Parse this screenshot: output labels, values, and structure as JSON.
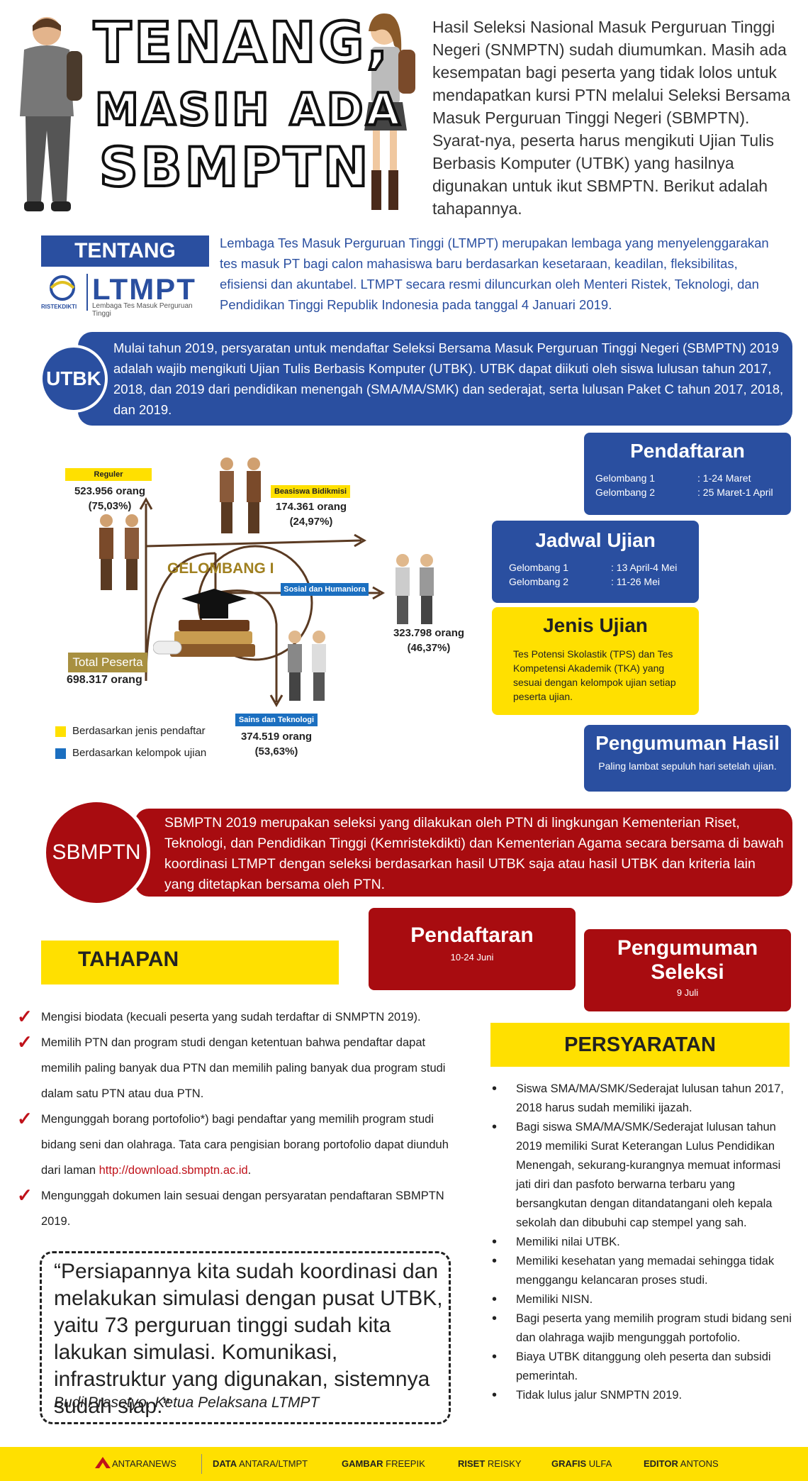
{
  "header": {
    "title_lines": [
      "TENANG,",
      "MASIH ADA",
      "SBMPTN"
    ],
    "intro": "Hasil Seleksi Nasional Masuk Perguruan Tinggi Negeri (SNMPTN) sudah diumumkan. Masih ada kesempatan bagi peserta yang tidak lolos untuk mendapatkan kursi PTN melalui Seleksi Bersama Masuk Perguruan Tinggi Negeri (SBMPTN). Syarat-nya, peserta harus mengikuti Ujian Tulis Berbasis Komputer (UTBK) yang hasilnya digunakan untuk ikut SBMPTN. Berikut adalah tahapannya."
  },
  "tentang": {
    "label": "TENTANG",
    "text": "Lembaga Tes Masuk Perguruan Tinggi (LTMPT) merupakan lembaga yang menyelenggarakan tes masuk PT bagi calon mahasiswa baru berdasarkan kesetaraan, keadilan, fleksibilitas, efisiensi dan akuntabel. LTMPT secara resmi diluncurkan oleh Menteri Ristek, Teknologi, dan Pendidikan Tinggi Republik Indonesia pada tanggal 4 Januari 2019.",
    "logo_word": "LTMPT",
    "logo_sub": "Lembaga Tes Masuk Perguruan Tinggi",
    "logo_small": "RISTEKDIKTI"
  },
  "utbk": {
    "label": "UTBK",
    "text": "Mulai tahun 2019, persyaratan untuk mendaftar Seleksi Bersama Masuk Perguruan Tinggi Negeri (SBMPTN) 2019 adalah wajib mengikuti Ujian Tulis Berbasis Komputer (UTBK).  UTBK dapat diikuti oleh siswa lulusan tahun 2017, 2018, dan 2019 dari pendidikan menengah (SMA/MA/SMK) dan sederajat, serta lulusan Paket C tahun 2017, 2018, dan 2019."
  },
  "diagram": {
    "gelombang": "GELOMBANG I",
    "total_label": "Total Peserta",
    "total_value": "698.317 orang",
    "reguler_label": "Reguler",
    "reguler_value": "523.956 orang",
    "reguler_pct": "(75,03%)",
    "bidikmisi_label": "Beasiswa Bidikmisi",
    "bidikmisi_value": "174.361 orang",
    "bidikmisi_pct": "(24,97%)",
    "soshum_label": "Sosial dan Humaniora",
    "soshum_value": "323.798 orang",
    "soshum_pct": "(46,37%)",
    "saintek_label": "Sains dan Teknologi",
    "saintek_value": "374.519 orang",
    "saintek_pct": "(53,63%)",
    "legend_yellow": "Berdasarkan jenis pendaftar",
    "legend_blue": "Berdasarkan kelompok ujian",
    "yellow": "#ffe000",
    "blue": "#1b6fc0"
  },
  "pendaftaran_utbk": {
    "title": "Pendaftaran",
    "rows": [
      {
        "label": "Gelombang 1",
        "value": ": 1-24 Maret"
      },
      {
        "label": "Gelombang 2",
        "value": ": 25 Maret-1 April"
      }
    ]
  },
  "jadwal_ujian": {
    "title": "Jadwal Ujian",
    "rows": [
      {
        "label": "Gelombang 1",
        "value": ": 13 April-4 Mei"
      },
      {
        "label": "Gelombang 2",
        "value": ": 11-26 Mei"
      }
    ]
  },
  "jenis_ujian": {
    "title": "Jenis Ujian",
    "text": "Tes Potensi Skolastik (TPS) dan Tes Kompetensi Akademik (TKA) yang sesuai dengan kelompok ujian setiap peserta ujian."
  },
  "pengumuman_hasil": {
    "title": "Pengumuman Hasil",
    "text": "Paling lambat sepuluh hari setelah ujian."
  },
  "sbmptn": {
    "label": "SBMPTN",
    "text": "SBMPTN  2019  merupakan  seleksi yang  dilakukan oleh  PTN di  lingkungan Kementerian Riset, Teknologi, dan  Pendidikan Tinggi  (Kemristekdikti)  dan Kementerian Agama secara bersama  di  bawah koordinasi LTMPT dengan seleksi  berdasarkan  hasil  UTBK  saja  atau hasil  UTBK  dan kriteria  lain yang ditetapkan bersama oleh PTN."
  },
  "pendaftaran_sb": {
    "title": "Pendaftaran",
    "date": "10-24 Juni"
  },
  "pengumuman_seleksi": {
    "title_1": "Pengumuman",
    "title_2": "Seleksi",
    "date": "9 Juli"
  },
  "tahapan": {
    "label": "TAHAPAN",
    "steps": [
      "Mengisi biodata (kecuali peserta yang sudah terdaftar di SNMPTN 2019).",
      "Memilih PTN dan program studi dengan ketentuan bahwa pendaftar dapat memilih paling banyak dua PTN dan memilih paling banyak dua program studi dalam satu PTN atau dua PTN.",
      "Mengunggah borang portofolio*) bagi pendaftar yang memilih program studi bidang seni dan olahraga. Tata cara pengisian borang portofolio dapat diunduh dari laman ",
      "Mengunggah dokumen lain sesuai dengan persyaratan pendaftaran SBMPTN 2019."
    ],
    "link": "http://download.sbmptn.ac.id"
  },
  "persyaratan": {
    "label": "PERSYARATAN",
    "items": [
      "Siswa SMA/MA/SMK/Sederajat lulusan tahun 2017, 2018 harus sudah memiliki ijazah.",
      "Bagi siswa SMA/MA/SMK/Sederajat lulusan tahun 2019 memiliki Surat Keterangan Lulus Pendidikan Menengah, sekurang-kurangnya memuat informasi jati diri dan pasfoto berwarna terbaru yang bersangkutan dengan ditandatangani oleh kepala sekolah dan dibubuhi cap stempel yang sah.",
      "Memiliki nilai UTBK.",
      "Memiliki kesehatan yang memadai sehingga tidak menggangu kelancaran proses studi.",
      "Memiliki NISN.",
      "Bagi peserta yang memilih program studi bidang seni dan olahraga wajib mengunggah portofolio.",
      "Biaya UTBK ditanggung oleh peserta dan subsidi pemerintah.",
      "Tidak lulus jalur SNMPTN 2019."
    ]
  },
  "quote": {
    "text": "“Persiapannya kita sudah koordinasi dan melakukan simulasi dengan pusat UTBK, yaitu 73 perguruan tinggi sudah kita lakukan simulasi. Komunikasi, infrastruktur yang digunakan, sistemnya sudah siap.”",
    "author": "Budi Prasetyo, Ketua Pelaksana LTMPT"
  },
  "footer": {
    "brand": "ANTARANEWS",
    "items": [
      {
        "k": "DATA",
        "v": "ANTARA/LTMPT"
      },
      {
        "k": "GAMBAR",
        "v": "FREEPIK"
      },
      {
        "k": "RISET",
        "v": "REISKY"
      },
      {
        "k": "GRAFIS",
        "v": "ULFA"
      },
      {
        "k": "EDITOR",
        "v": "ANTONS"
      }
    ]
  }
}
